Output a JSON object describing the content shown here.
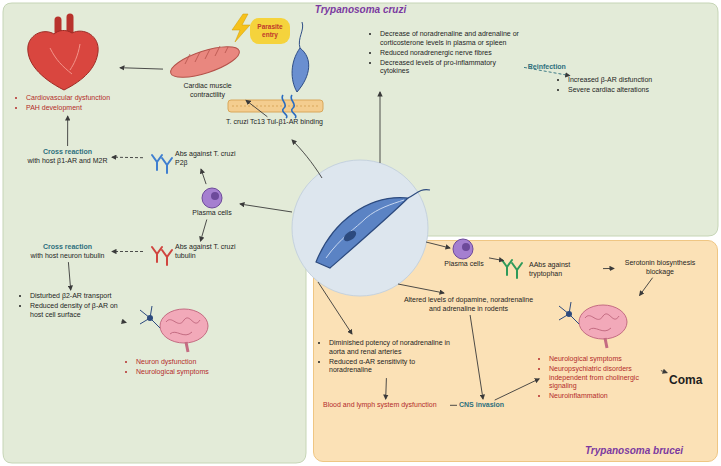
{
  "diagram": {
    "nodes": [
      {
        "text": [
          "Trypanosoma cruzi"
        ]
      },
      {
        "text": [
          "Cardiovascular dysfunction",
          "PAH development"
        ],
        "in": 0
      },
      {
        "text": [
          "Cardiac muscle contractility"
        ],
        "in": 0
      },
      {
        "text": [
          "Parasite entry"
        ],
        "in": 0
      },
      {
        "text": [
          "T. cruzi Tc13 Tul-β1-AR binding"
        ],
        "in": 0
      },
      {
        "text": [
          "Decrease of noradrenaline and adrenaline or corticosterone levels in plasma or spleen",
          "Reduced noradrenergic nerve fibres",
          "Decreased levels of pro-inflammatory cytokines"
        ],
        "in": 0
      },
      {
        "text": [
          "Increased β-AR disfunction",
          "Severe cardiac alterations"
        ],
        "in": 0
      },
      {
        "text": [
          "Cross reaction",
          "with host β1-AR and M2R"
        ],
        "in": 0
      },
      {
        "text": [
          "Plasma cells"
        ],
        "in": 0
      },
      {
        "text": [
          "Abs against T. cruzi P2β"
        ],
        "in": 0
      },
      {
        "text": [
          "Abs against T. cruzi tubulin"
        ],
        "in": 0
      },
      {
        "text": [
          "Cross reaction",
          "with host neuron tubulin"
        ],
        "in": 0
      },
      {
        "text": [
          "Disturbed β2-AR transport",
          "Reduced density of β-AR on host cell surface"
        ],
        "in": 0
      },
      {
        "text": [
          "Neuron dysfunction",
          "Neurological symptoms"
        ],
        "in": 0
      },
      {
        "text": [
          "Trypanosoma brucei"
        ]
      },
      {
        "text": [
          "Plasma cells"
        ],
        "in": 14
      },
      {
        "text": [
          "AAbs against tryptophan"
        ],
        "in": 14
      },
      {
        "text": [
          "Serotonin biosynthesis blockage"
        ],
        "in": 14
      },
      {
        "text": [
          "Altered levels of dopamine, noradrenaline and adrenaline in rodents"
        ],
        "in": 14
      },
      {
        "text": [
          "Diminished potency of noradrenaline in aorta and renal arteries",
          "Reduced α-AR sensitivity to noradrenaline"
        ],
        "in": 14
      },
      {
        "text": [
          "Blood and lymph system dysfunction"
        ],
        "in": 14
      },
      {
        "text": [
          "CNS invasion"
        ],
        "in": 14
      },
      {
        "text": [
          "Neurological symptoms",
          "Neuropsychiatric disorders independent from cholinergic signaling",
          "Neuroinflammation"
        ],
        "in": 14
      },
      {
        "text": [
          "Coma"
        ],
        "in": 14
      }
    ],
    "edges": [
      {
        "from": 2,
        "to": 1,
        "arrow": "to"
      },
      {
        "from": 4,
        "to": 2,
        "arrow": "to"
      },
      {
        "from": 5,
        "to": 6,
        "label": "Reinfection",
        "arrow": "to"
      },
      {
        "from": 8,
        "to": 9,
        "arrow": "to"
      },
      {
        "from": 8,
        "to": 10,
        "arrow": "to"
      },
      {
        "from": 9,
        "to": 7,
        "arrow": "to"
      },
      {
        "from": 7,
        "to": 1,
        "arrow": "to"
      },
      {
        "from": 10,
        "to": 11,
        "arrow": "to"
      },
      {
        "from": 11,
        "to": 12,
        "arrow": "to"
      },
      {
        "from": 12,
        "to": 13,
        "arrow": "to"
      },
      {
        "from": 15,
        "to": 16,
        "arrow": "to"
      },
      {
        "from": 16,
        "to": 17,
        "arrow": "to"
      },
      {
        "from": 17,
        "to": 22,
        "arrow": "to"
      },
      {
        "from": 19,
        "to": 20,
        "arrow": "to"
      },
      {
        "from": 20,
        "to": 21,
        "arrow": "none"
      },
      {
        "from": 21,
        "to": 22,
        "arrow": "to"
      },
      {
        "from": 18,
        "to": 21,
        "arrow": "to"
      },
      {
        "from": 22,
        "to": 23,
        "arrow": "to"
      }
    ]
  }
}
